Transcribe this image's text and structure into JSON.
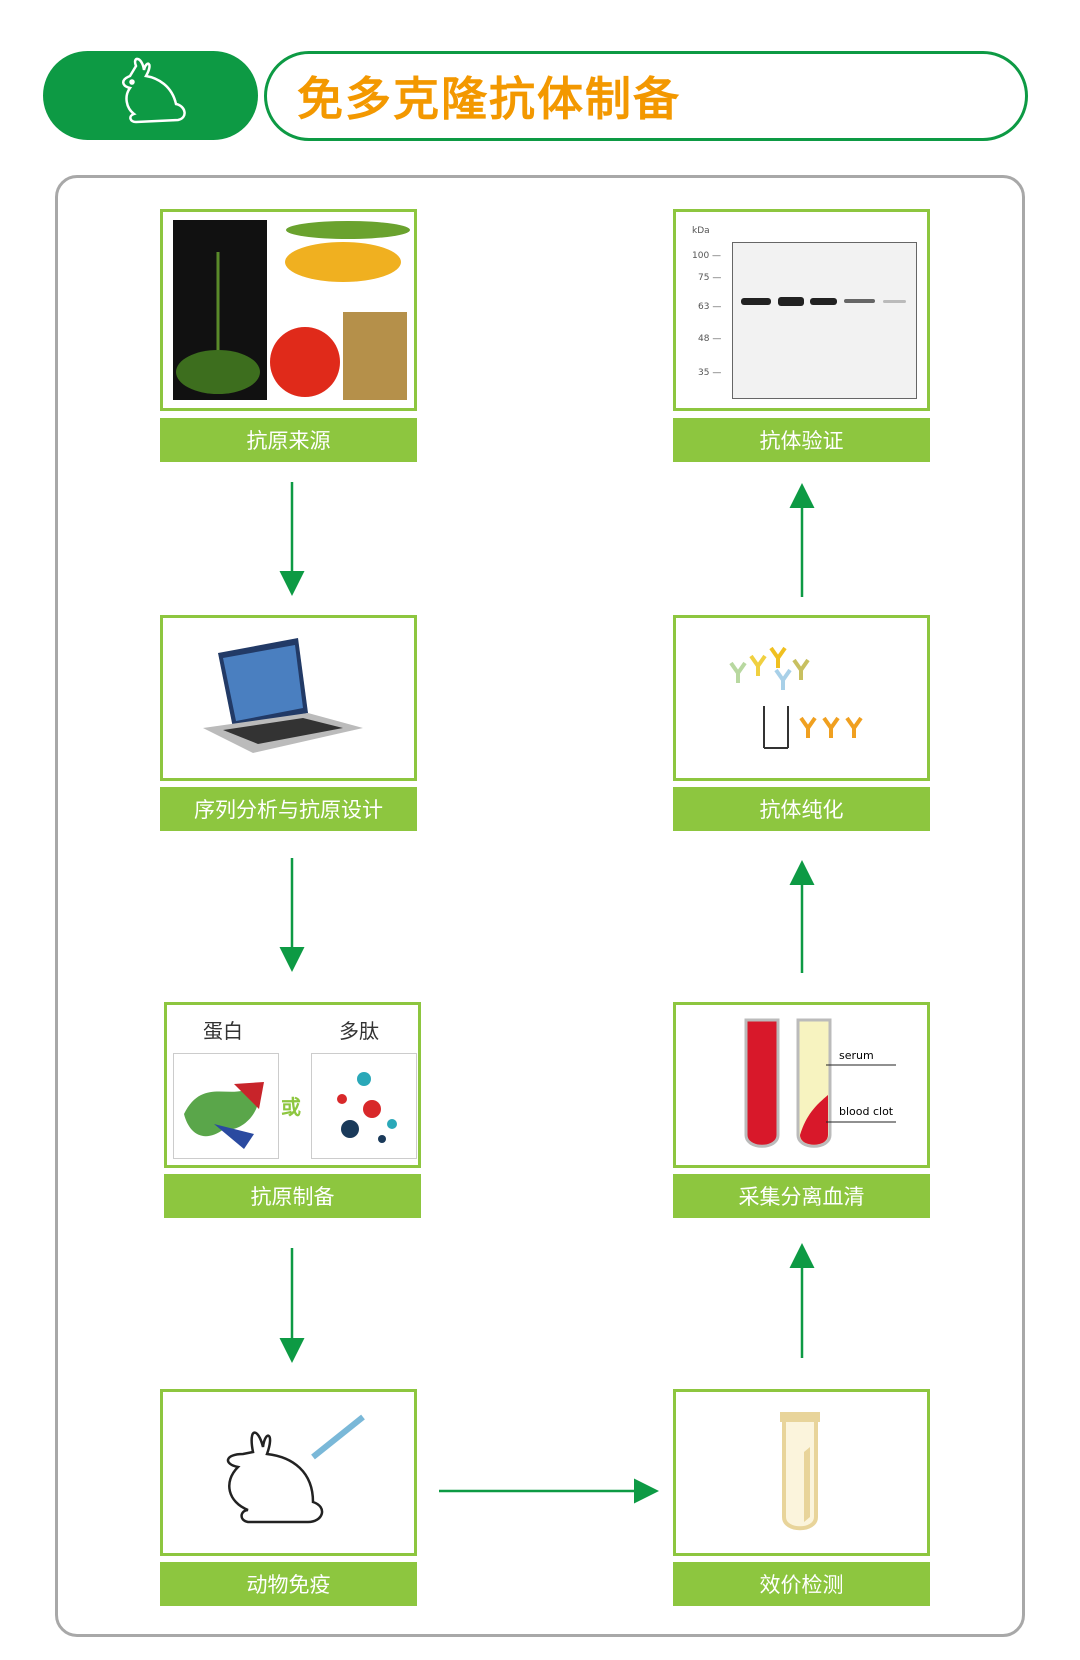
{
  "header": {
    "title": "免多克隆抗体制备",
    "icon": "rabbit-icon"
  },
  "colors": {
    "primary_green": "#0d9a44",
    "light_green": "#8dc63f",
    "title_orange": "#f39800",
    "frame_gray": "#a8a8a8"
  },
  "steps": [
    {
      "label": "抗原来源"
    },
    {
      "label": "序列分析与抗原设计"
    },
    {
      "label": "抗原制备",
      "sub_left": "蛋白",
      "sub_right": "多肽",
      "or": "或"
    },
    {
      "label": "动物免疫"
    },
    {
      "label": "效价检测"
    },
    {
      "label": "采集分离血清",
      "serum": "serum",
      "clot": "blood clot"
    },
    {
      "label": "抗体纯化"
    },
    {
      "label": "抗体验证",
      "unit": "kDa",
      "markers": [
        "100",
        "75",
        "63",
        "48",
        "35"
      ]
    }
  ]
}
